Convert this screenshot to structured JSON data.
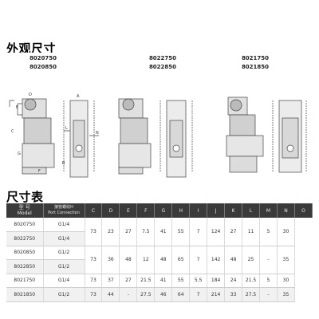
{
  "sections": {
    "appearance_title": "外观尺寸",
    "dimensions_title": "尺寸表"
  },
  "drawings": [
    {
      "models": [
        "8020750",
        "8020850"
      ]
    },
    {
      "models": [
        "8022750",
        "8022850"
      ]
    },
    {
      "models": [
        "8021750",
        "8021850"
      ]
    }
  ],
  "drawing_labels": [
    "D",
    "E",
    "A",
    "L",
    "C",
    "G",
    "F",
    "B",
    "N"
  ],
  "table": {
    "headers": {
      "model_cn": "型 号",
      "model_en": "Model",
      "port_cn": "接管螺纹H",
      "port_en": "Port Connection",
      "dims": [
        "C",
        "D",
        "E",
        "F",
        "G",
        "H",
        "I",
        "J",
        "K",
        "L",
        "M",
        "N",
        "O"
      ]
    },
    "rows": [
      {
        "model": "8020750",
        "port": "G1/4"
      },
      {
        "model": "8022750",
        "port": "G1/4"
      },
      {
        "model": "8020850",
        "port": "G1/2"
      },
      {
        "model": "8022850",
        "port": "G1/2"
      },
      {
        "model": "8021750",
        "port": "G1/4"
      },
      {
        "model": "8021850",
        "port": "G1/2"
      }
    ],
    "groups": [
      {
        "span": 2,
        "values": [
          "73",
          "23",
          "27",
          "7.5",
          "41",
          "55",
          "7",
          "124",
          "27",
          "11",
          "5",
          "30"
        ],
        "extra": ""
      },
      {
        "span": 2,
        "values": [
          "73",
          "36",
          "48",
          "12",
          "48",
          "65",
          "7",
          "142",
          "48",
          "25",
          "-",
          "35"
        ],
        "extra": ""
      }
    ],
    "single_rows": [
      [
        "73",
        "37",
        "27",
        "21.5",
        "41",
        "55",
        "5.5",
        "184",
        "24",
        "21.5",
        "5",
        "30"
      ],
      [
        "73",
        "44",
        "-",
        "27.5",
        "46",
        "64",
        "7",
        "214",
        "33",
        "27.5",
        "-",
        "35"
      ]
    ]
  }
}
